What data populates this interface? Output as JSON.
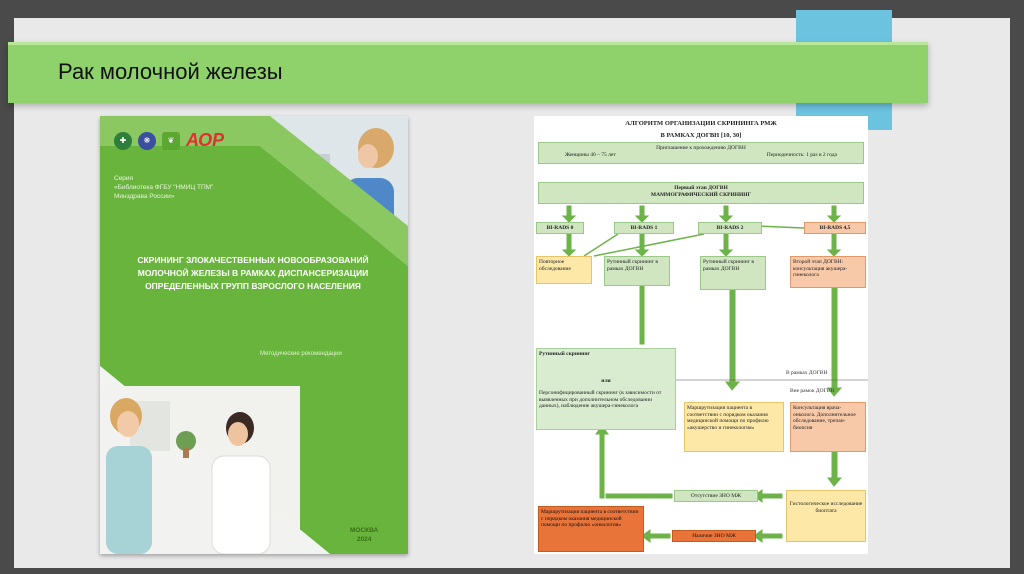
{
  "slide": {
    "title": "Рак молочной железы"
  },
  "cover": {
    "logo_label": "АОР",
    "series": "Серия\n«Библиотека ФГБУ \"НМИЦ ТПМ\"\nМинздрава России»",
    "title": "СКРИНИНГ ЗЛОКАЧЕСТВЕННЫХ НОВООБРАЗОВАНИЙ МОЛОЧНОЙ ЖЕЛЕЗЫ В РАМКАХ ДИСПАНСЕРИЗАЦИИ ОПРЕДЕЛЕННЫХ ГРУПП ВЗРОСЛОГО НАСЕЛЕНИЯ",
    "subtitle": "Методические рекомендации",
    "city": "МОСКВА",
    "year": "2024",
    "colors": {
      "green": "#69b43c",
      "light_green": "#8cc862"
    }
  },
  "flowchart": {
    "title1": "АЛГОРИТМ ОРГАНИЗАЦИИ СКРИНИНГА РМЖ",
    "title2": "В РАМКАХ ДОГВН [10, 30]",
    "invite": "Приглашение к прохождению ДОГВН",
    "women": "Женщины 40 – 75 лет",
    "period": "Периодичность: 1 раз в 2 года",
    "stage1_a": "Первый этап ДОГВН",
    "stage1_b": "МАММОГРАФИЧЕСКИЙ СКРИНИНГ",
    "birads0": "BI-RADS 0",
    "birads1": "BI-RADS 1",
    "birads2": "BI-RADS 2",
    "birads45": "BI-RADS 4,5",
    "repeat": "Повторное обследование",
    "routine1": "Рутинный скрининг в рамках ДОГВН",
    "routine2": "Рутинный скрининг в рамках ДОГВН",
    "stage2": "Второй этап ДОГВН: консультация акушера-гинеколога",
    "routine_screen": "Рутинный скрининг",
    "or": "или",
    "personal": "Персонифицированный скрининг (в зависимости от выявленных при дополнительном обследовании данных), наблюдение акушера-гинеколога",
    "in_dogvn": "В рамках ДОГВН",
    "out_dogvn": "Вне рамок ДОГВН",
    "routing1": "Маршрутизация пациента в соответствии с порядком оказания медицинской помощи по профилю «акушерство и гинекология»",
    "consult": "Консультация врача-онколога. Дополнительное обследование, трепан-биопсия",
    "absence": "Отсутствие ЗНО МЖ",
    "histology": "Гистологическое исследование биоптата",
    "routing2": "Маршрутизация пациента в соответствии с порядком оказания медицинской помощи по профилю «онкология»",
    "presence": "Наличие ЗНО МЖ"
  }
}
